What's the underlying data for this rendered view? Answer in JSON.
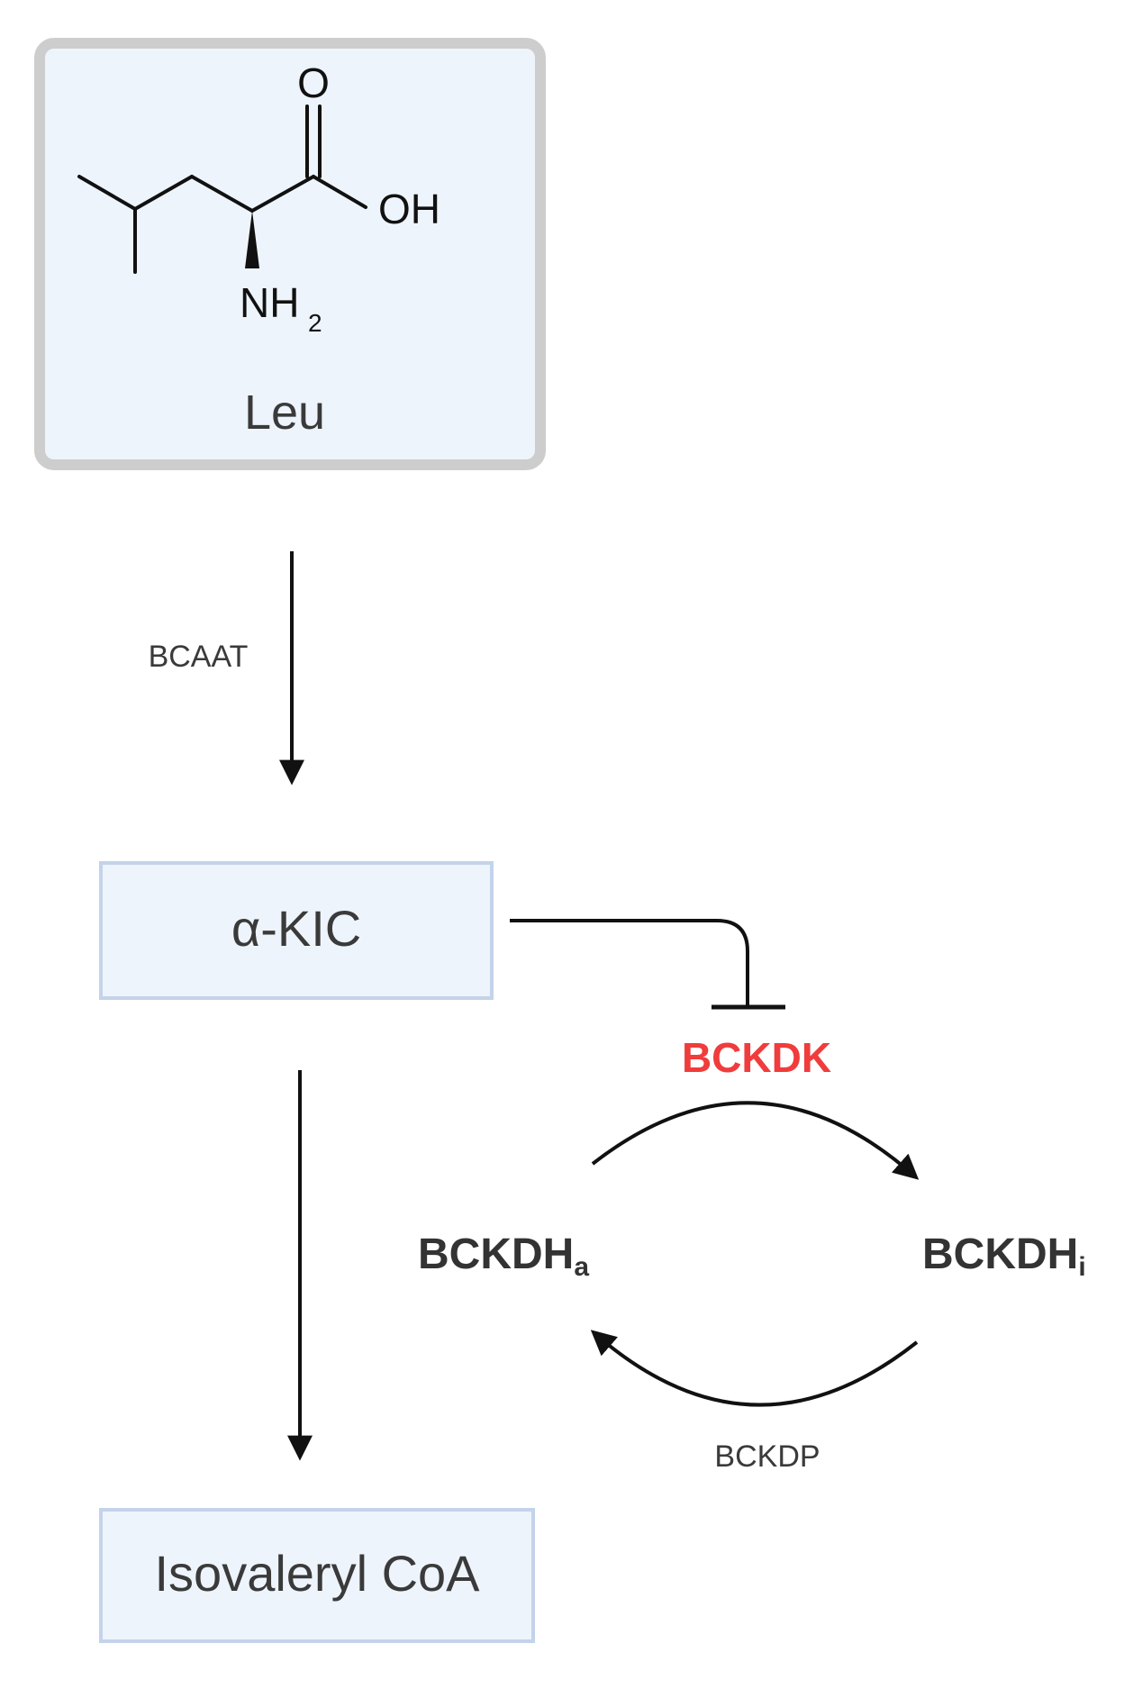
{
  "molecule": {
    "name": "Leu",
    "atom_o": "O",
    "atom_oh": "OH",
    "atom_nh": "NH",
    "atom_sub2": "2"
  },
  "nodes": {
    "kic": "α-KIC",
    "isovaleryl": "Isovaleryl CoA",
    "bckdh_base": "BCKDH",
    "bckdh_active_sub": "a",
    "bckdh_inactive_sub": "i"
  },
  "enzymes": {
    "bcaat": "BCAAT",
    "bckdk": "BCKDK",
    "bckdp": "BCKDP"
  },
  "colors": {
    "node_fill": "#eef4fc",
    "node_border": "#c3d3ea",
    "leu_border": "#cdcdcd",
    "bckdk": "#f03c3c",
    "arrow": "#111111"
  }
}
